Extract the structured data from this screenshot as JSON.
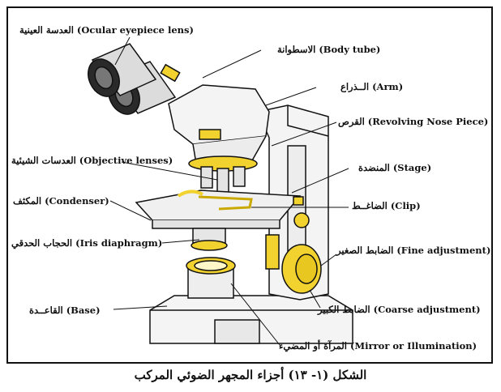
{
  "labels": {
    "ocular": "العدسة العينية (Ocular eyepiece lens)",
    "body_tube": "الاسطوانة (Body tube)",
    "arm": "الــذراع (Arm)",
    "revolving": "القرص (Revolving Nose Piece)",
    "objective": "العدسات الشيئية (Objective lenses)",
    "stage": "المنضدة (Stage)",
    "condenser": "المكثف (Condenser)",
    "clip": "الضاغــط (Clip)",
    "iris": "الحجاب الحدقي (Iris diaphragm)",
    "fine": "الضابط الصغير (Fine adjustment)",
    "base": "القاعــدة (Base)",
    "coarse": "الضابط الكبير (Coarse adjustment)",
    "mirror": "المرآة أو المضيء (Mirror or Illumination)"
  },
  "caption": "الشكل (١- ١٣) أجزاء المجهر الضوئي المركب",
  "colors": {
    "accent": "#f2d22e",
    "line": "#111111",
    "body": "#f4f4f4"
  }
}
